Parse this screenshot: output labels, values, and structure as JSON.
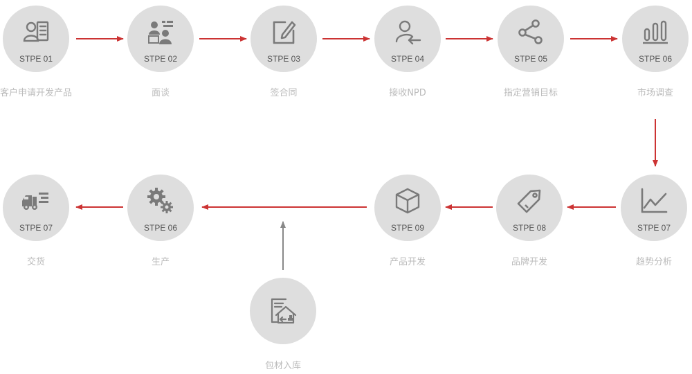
{
  "steps": {
    "s1": {
      "step": "STPE 01",
      "label": "客户申请开发产品",
      "icon": "customer-form-icon"
    },
    "s2": {
      "step": "STPE 02",
      "label": "面谈",
      "icon": "meeting-icon"
    },
    "s3": {
      "step": "STPE 03",
      "label": "签合同",
      "icon": "contract-sign-icon"
    },
    "s4": {
      "step": "STPE 04",
      "label": "接收NPD",
      "icon": "user-receive-icon"
    },
    "s5": {
      "step": "STPE 05",
      "label": "指定营销目标",
      "icon": "share-nodes-icon"
    },
    "s6": {
      "step": "STPE 06",
      "label": "市场调查",
      "icon": "bar-chart-icon"
    },
    "s7": {
      "step": "STPE 07",
      "label": "趋势分析",
      "icon": "trend-line-icon"
    },
    "s8": {
      "step": "STPE 08",
      "label": "品牌开发",
      "icon": "price-tag-icon"
    },
    "s9": {
      "step": "STPE 09",
      "label": "产品开发",
      "icon": "package-box-icon"
    },
    "s10": {
      "step": "STPE 06",
      "label": "生产",
      "icon": "gears-icon"
    },
    "s11": {
      "step": "STPE 07",
      "label": "交货",
      "icon": "delivery-truck-icon"
    },
    "s12": {
      "step": "",
      "label": "包材入库",
      "icon": "warehouse-inbound-icon"
    }
  },
  "colors": {
    "flow_arrow": "#cc3333",
    "input_arrow": "#888888",
    "circle": "#dedede",
    "icon": "#7a7a7a",
    "label": "#bbbbbb"
  }
}
